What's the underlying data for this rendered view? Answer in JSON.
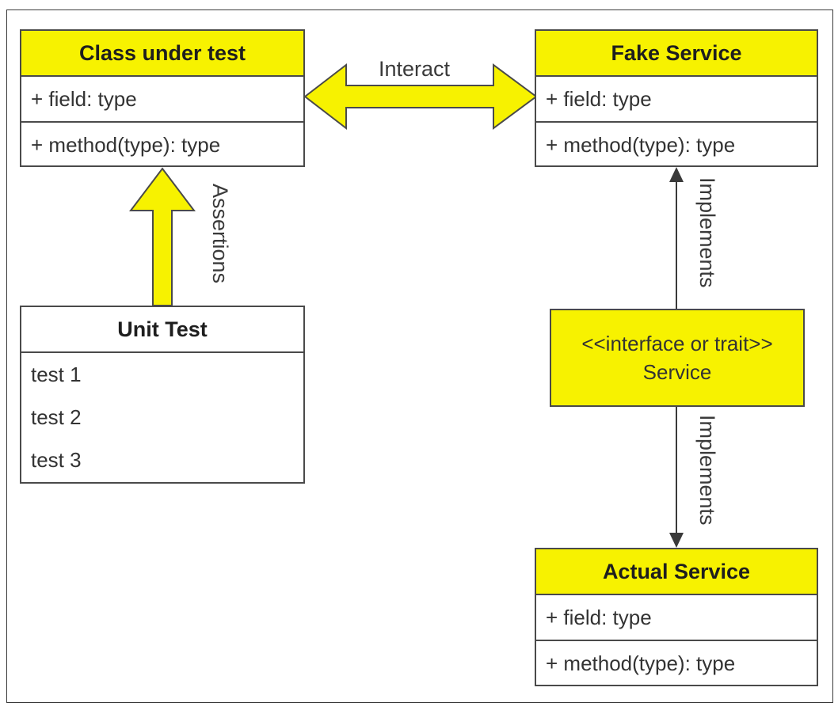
{
  "class_under_test": {
    "title": "Class under test",
    "field": "+ field: type",
    "method": "+ method(type): type"
  },
  "fake_service": {
    "title": "Fake Service",
    "field": "+ field: type",
    "method": "+ method(type): type"
  },
  "unit_test": {
    "title": "Unit Test",
    "tests": [
      "test 1",
      "test 2",
      "test 3"
    ]
  },
  "interface": {
    "stereotype": "<<interface or trait>>",
    "name": "Service"
  },
  "actual_service": {
    "title": "Actual Service",
    "field": "+ field: type",
    "method": "+ method(type): type"
  },
  "labels": {
    "interact": "Interact",
    "assertions": "Assertions",
    "implements_top": "Implements",
    "implements_bottom": "Implements"
  },
  "colors": {
    "highlight": "#f7f200",
    "border": "#4a4a4a"
  }
}
